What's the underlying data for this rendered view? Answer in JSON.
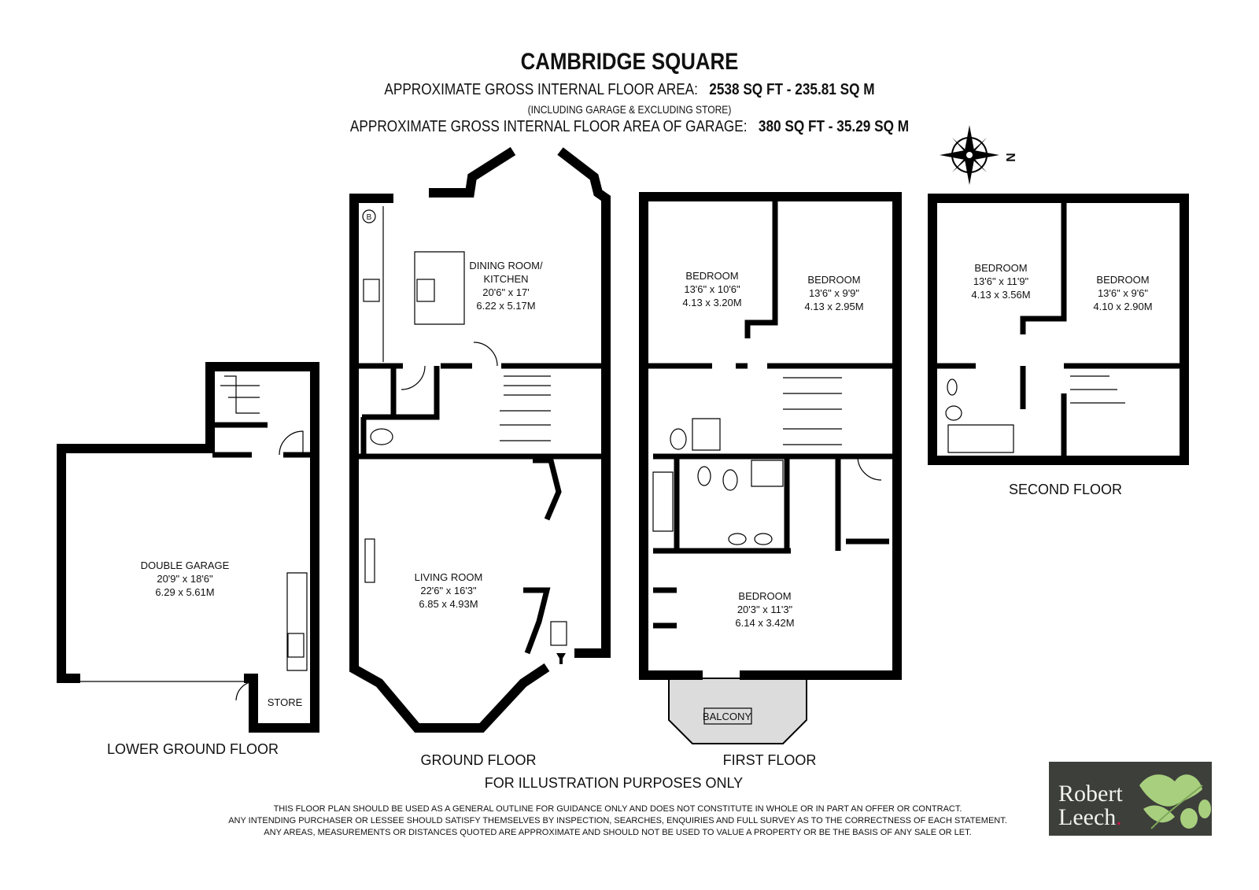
{
  "header": {
    "title": "CAMBRIDGE SQUARE",
    "area_label": "APPROXIMATE GROSS  INTERNAL FLOOR AREA:",
    "area_value": "2538 SQ FT  -  235.81 SQ M",
    "area_note": "(INCLUDING GARAGE & EXCLUDING STORE)",
    "garage_label": "APPROXIMATE GROSS INTERNAL FLOOR AREA OF GARAGE:",
    "garage_value": "380 SQ FT  -  35.29 SQ M"
  },
  "compass": {
    "north": "N"
  },
  "floors": {
    "lower_ground": "LOWER GROUND FLOOR",
    "ground": "GROUND FLOOR",
    "first": "FIRST FLOOR",
    "second": "SECOND FLOOR"
  },
  "rooms": {
    "garage": {
      "name": "DOUBLE GARAGE",
      "imperial": "20'9\" x 18'6\"",
      "metric": "6.29 x 5.61M"
    },
    "store": {
      "name": "STORE"
    },
    "kitchen": {
      "name": "DINING ROOM/",
      "name2": "KITCHEN",
      "imperial": "20'6\" x 17'",
      "metric": "6.22 x 5.17M"
    },
    "boiler": {
      "name": "B"
    },
    "living": {
      "name": "LIVING ROOM",
      "imperial": "22'6\" x 16'3\"",
      "metric": "6.85 x 4.93M"
    },
    "ff_bed1": {
      "name": "BEDROOM",
      "imperial": "13'6\" x 10'6\"",
      "metric": "4.13 x 3.20M"
    },
    "ff_bed2": {
      "name": "BEDROOM",
      "imperial": "13'6\" x 9'9\"",
      "metric": "4.13 x 2.95M"
    },
    "ff_bed3": {
      "name": "BEDROOM",
      "imperial": "20'3\" x 11'3\"",
      "metric": "6.14 x 3.42M"
    },
    "balcony": {
      "name": "BALCONY"
    },
    "sf_bed1": {
      "name": "BEDROOM",
      "imperial": "13'6\" x 11'9\"",
      "metric": "4.13 x 3.56M"
    },
    "sf_bed2": {
      "name": "BEDROOM",
      "imperial": "13'6\" x 9'6\"",
      "metric": "4.10 x 2.90M"
    }
  },
  "footer": {
    "illustration": "FOR ILLUSTRATION PURPOSES ONLY",
    "disclaimer": [
      "THIS FLOOR PLAN SHOULD BE USED AS A GENERAL OUTLINE FOR GUIDANCE ONLY AND DOES NOT CONSTITUTE IN WHOLE OR IN PART AN OFFER OR CONTRACT.",
      "ANY INTENDING PURCHASER OR LESSEE SHOULD SATISFY THEMSELVES BY INSPECTION, SEARCHES, ENQUIRIES AND FULL SURVEY AS TO THE CORRECTNESS OF EACH STATEMENT.",
      "ANY AREAS, MEASUREMENTS OR DISTANCES QUOTED ARE APPROXIMATE AND SHOULD NOT BE USED TO VALUE A PROPERTY OR BE THE BASIS OF ANY SALE OR LET."
    ]
  },
  "logo": {
    "line1": "Robert",
    "line2": "Leech",
    "dot": "."
  },
  "colors": {
    "logo_bg": "#3d3f3a",
    "logo_leaf": "#a8cf7e",
    "logo_dot": "#d0134a",
    "balcony_fill": "#dcdcdc"
  }
}
